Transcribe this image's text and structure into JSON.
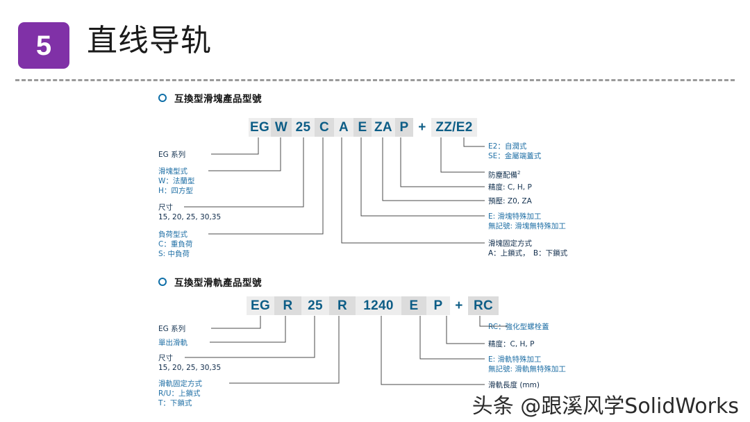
{
  "header": {
    "badge_number": "5",
    "title": "直线导轨",
    "badge_color": "#8031a7",
    "divider_color": "#9a9a9a"
  },
  "accent": {
    "code_text": "#0d5d86",
    "bullet": "#0f6fa8",
    "label_dark": "#13314f",
    "label_blue": "#1f6fa5",
    "leader_line": "#4a4a4a"
  },
  "sections": [
    {
      "heading": "互換型滑塊產品型號",
      "bullet_icon": "circle-outline-icon",
      "code_cells": [
        {
          "text": "EG",
          "shade": "a"
        },
        {
          "text": "W",
          "shade": "b"
        },
        {
          "text": "25",
          "shade": "a"
        },
        {
          "text": "C",
          "shade": "b"
        },
        {
          "text": "A",
          "shade": "a"
        },
        {
          "text": "E",
          "shade": "b"
        },
        {
          "text": "ZA",
          "shade": "a"
        },
        {
          "text": "P",
          "shade": "b"
        },
        {
          "text": "+",
          "shade": "n"
        },
        {
          "text": "ZZ/E2",
          "shade": "a"
        }
      ],
      "left_labels": [
        {
          "lines": [
            {
              "t": "EG 系列",
              "c": "dark"
            }
          ]
        },
        {
          "lines": [
            {
              "t": "滑塊型式",
              "c": "blue"
            },
            {
              "t": "W：法蘭型",
              "c": "blue"
            },
            {
              "t": "H：四方型",
              "c": "blue"
            }
          ]
        },
        {
          "lines": [
            {
              "t": "尺寸",
              "c": "dark"
            },
            {
              "t": "15, 20, 25, 30,35",
              "c": "navy"
            }
          ]
        },
        {
          "lines": [
            {
              "t": "負荷型式",
              "c": "blue"
            },
            {
              "t": "C：重負荷",
              "c": "blue"
            },
            {
              "t": "S: 中負荷",
              "c": "blue"
            }
          ]
        }
      ],
      "right_labels": [
        {
          "lines": [
            {
              "t": "E2：自潤式",
              "c": "blue"
            },
            {
              "t": "SE：金屬端蓋式",
              "c": "blue"
            }
          ]
        },
        {
          "lines": [
            {
              "t": "防塵配備",
              "c": "dark",
              "sup": "2"
            }
          ]
        },
        {
          "lines": [
            {
              "t": "精度: C, H, P",
              "c": "dark"
            }
          ]
        },
        {
          "lines": [
            {
              "t": "預壓: Z0, ZA",
              "c": "dark"
            }
          ]
        },
        {
          "lines": [
            {
              "t": "E: 滑塊特殊加工",
              "c": "blue"
            },
            {
              "t": "無記號: 滑塊無特殊加工",
              "c": "blue"
            }
          ]
        },
        {
          "lines": [
            {
              "t": "滑塊固定方式",
              "c": "navy"
            },
            {
              "t": "A：上鎖式，　B：下鎖式",
              "c": "navy"
            }
          ]
        }
      ]
    },
    {
      "heading": "互換型滑軌產品型號",
      "bullet_icon": "circle-outline-icon",
      "code_cells": [
        {
          "text": "EG",
          "shade": "a"
        },
        {
          "text": "R",
          "shade": "b"
        },
        {
          "text": "25",
          "shade": "a"
        },
        {
          "text": "R",
          "shade": "b"
        },
        {
          "text": "1240",
          "shade": "a"
        },
        {
          "text": "E",
          "shade": "b"
        },
        {
          "text": "P",
          "shade": "a"
        },
        {
          "text": "+",
          "shade": "n"
        },
        {
          "text": "RC",
          "shade": "b"
        }
      ],
      "left_labels": [
        {
          "lines": [
            {
              "t": "EG 系列",
              "c": "dark"
            }
          ]
        },
        {
          "lines": [
            {
              "t": "單出滑軌",
              "c": "blue"
            }
          ]
        },
        {
          "lines": [
            {
              "t": "尺寸",
              "c": "dark"
            },
            {
              "t": "15, 20, 25, 30,35",
              "c": "navy"
            }
          ]
        },
        {
          "lines": [
            {
              "t": "滑軌固定方式",
              "c": "blue"
            },
            {
              "t": "R/U：上鎖式",
              "c": "blue"
            },
            {
              "t": "T：下鎖式",
              "c": "blue"
            }
          ]
        }
      ],
      "right_labels": [
        {
          "lines": [
            {
              "t": "RC：強化型螺栓蓋",
              "c": "blue"
            }
          ]
        },
        {
          "lines": [
            {
              "t": "精度：C, H, P",
              "c": "dark"
            }
          ]
        },
        {
          "lines": [
            {
              "t": "E: 滑軌特殊加工",
              "c": "blue"
            },
            {
              "t": "無記號: 滑軌無特殊加工",
              "c": "blue"
            }
          ]
        },
        {
          "lines": [
            {
              "t": "滑軌長度 (mm)",
              "c": "navy"
            }
          ]
        }
      ]
    }
  ],
  "watermark": "头条 @跟溪风学SolidWorks"
}
